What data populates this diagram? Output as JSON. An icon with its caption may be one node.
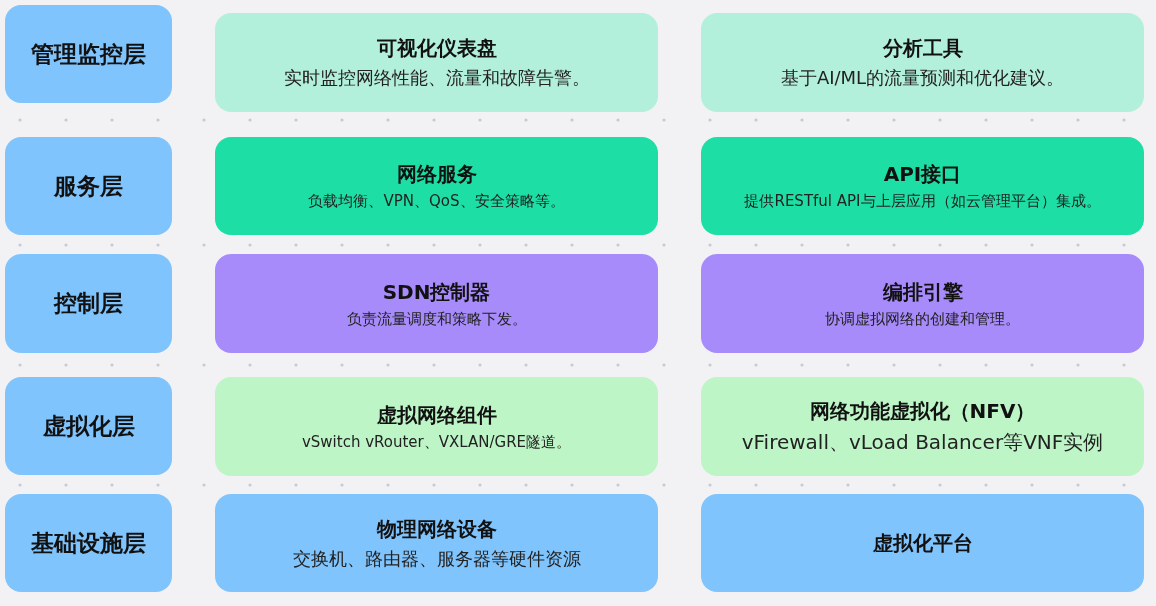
{
  "diagram": {
    "nodes": [
      {
        "text": [
          "管理监控层"
        ]
      },
      {
        "text": [
          "可视化仪表盘",
          "实时监控网络性能、流量和故障告警。"
        ]
      },
      {
        "text": [
          "分析工具",
          "基于AI/ML的流量预测和优化建议。"
        ]
      },
      {
        "text": [
          "服务层"
        ]
      },
      {
        "text": [
          "网络服务",
          "负载均衡、VPN、QoS、安全策略等。"
        ]
      },
      {
        "text": [
          "API接口",
          "提供RESTful API与上层应用（如云管理平台）集成。"
        ]
      },
      {
        "text": [
          "控制层"
        ]
      },
      {
        "text": [
          "SDN控制器",
          "负责流量调度和策略下发。"
        ]
      },
      {
        "text": [
          "编排引擎",
          "协调虚拟网络的创建和管理。"
        ]
      },
      {
        "text": [
          "虚拟化层"
        ]
      },
      {
        "text": [
          "虚拟网络组件",
          "vSwitch vRouter、VXLAN/GRE隧道。"
        ]
      },
      {
        "text": [
          "网络功能虚拟化（NFV）",
          "vFirewall、vLoad Balancer等VNF实例"
        ]
      },
      {
        "text": [
          "基础设施层"
        ]
      },
      {
        "text": [
          "物理网络设备",
          "交换机、路由器、服务器等硬件资源"
        ]
      },
      {
        "text": [
          "虚拟化平台"
        ]
      }
    ]
  }
}
